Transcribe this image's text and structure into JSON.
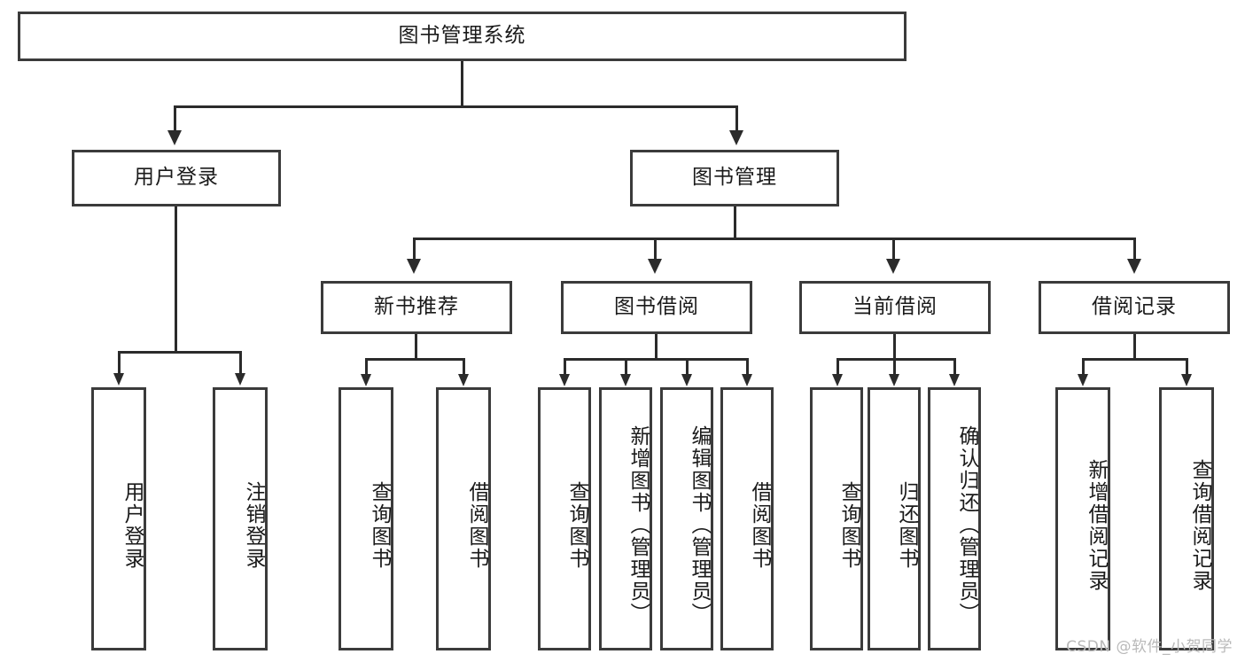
{
  "diagram": {
    "type": "tree-hierarchy",
    "title": "图书管理系统",
    "root": {
      "label": "图书管理系统"
    },
    "level1": [
      {
        "label": "用户登录"
      },
      {
        "label": "图书管理"
      }
    ],
    "level2": [
      {
        "label": "新书推荐",
        "parent": "图书管理"
      },
      {
        "label": "图书借阅",
        "parent": "图书管理"
      },
      {
        "label": "当前借阅",
        "parent": "图书管理"
      },
      {
        "label": "借阅记录",
        "parent": "图书管理"
      }
    ],
    "leaves": {
      "用户登录": [
        {
          "label": "用户登录"
        },
        {
          "label": "注销登录"
        }
      ],
      "新书推荐": [
        {
          "label": "查询图书"
        },
        {
          "label": "借阅图书"
        }
      ],
      "图书借阅": [
        {
          "label": "查询图书"
        },
        {
          "label": "新增图书（管理员）"
        },
        {
          "label": "编辑图书（管理员）"
        },
        {
          "label": "借阅图书"
        }
      ],
      "当前借阅": [
        {
          "label": "查询图书"
        },
        {
          "label": "归还图书"
        },
        {
          "label": "确认归还（管理员）"
        }
      ],
      "借阅记录": [
        {
          "label": "新增借阅记录"
        },
        {
          "label": "查询借阅记录"
        }
      ]
    },
    "colors": {
      "border": "#3b3b3b",
      "line": "#2b2b2b",
      "text": "#1a1a1a",
      "background": "#ffffff",
      "watermark": "#b9b9b9"
    }
  },
  "watermark": {
    "text": "CSDN @软件_小贺同学"
  }
}
